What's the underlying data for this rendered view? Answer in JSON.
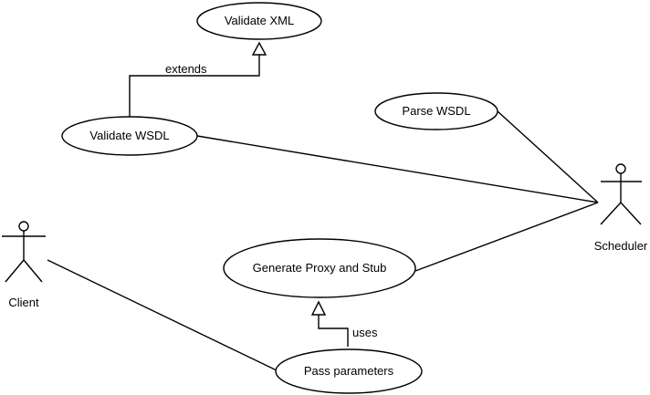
{
  "use_cases": {
    "validate_xml": "Validate XML",
    "validate_wsdl": "Validate WSDL",
    "parse_wsdl": "Parse WSDL",
    "generate_proxy_stub": "Generate Proxy and Stub",
    "pass_parameters": "Pass parameters"
  },
  "actors": {
    "client": "Client",
    "scheduler": "Scheduler"
  },
  "relationships": {
    "extends": "extends",
    "uses": "uses"
  }
}
